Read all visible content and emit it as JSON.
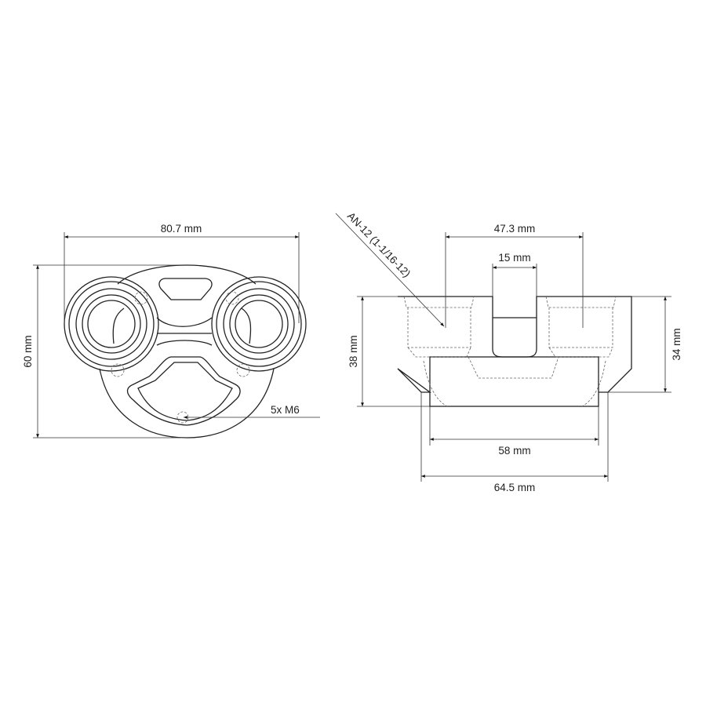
{
  "front_view": {
    "width_label": "80.7 mm",
    "height_label": "60 mm",
    "thread_label": "5x M6"
  },
  "side_view": {
    "port_label": "AN-12 (1-1/16-12)",
    "port_spacing_label": "47.3 mm",
    "slot_label": "15 mm",
    "total_height_label": "38 mm",
    "body_height_label": "34 mm",
    "base_width_label": "58 mm",
    "flange_width_label": "64.5 mm"
  },
  "colors": {
    "line": "#222222",
    "hidden_line": "#666666",
    "background": "#ffffff"
  }
}
